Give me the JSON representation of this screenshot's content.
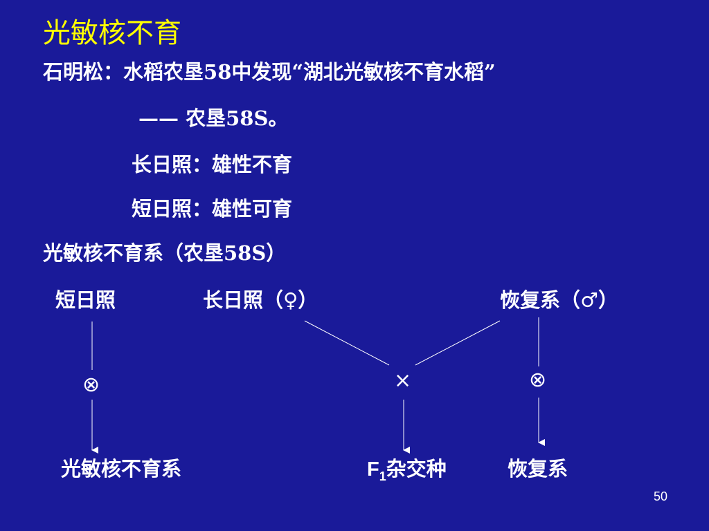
{
  "slide": {
    "title": "光敏核不育",
    "line1_pre": "石明松：水稻农垦",
    "line1_num": "58",
    "line1_post": "中发现“湖北光敏核不育水稻”",
    "line2_dash": "——",
    "line2_text": " 农垦58S。",
    "line3": "长日照：雄性不育",
    "line4": "短日照：雄性可育",
    "line5": "光敏核不育系（农垦58S）",
    "page_number": "50"
  },
  "diagram": {
    "short_day_label": "短日照",
    "long_day_label": "长日照（♀）",
    "restorer_label": "恢复系（♂）",
    "self_symbol": "⊗",
    "cross_symbol": "×",
    "self_symbol_right": "⊗",
    "result_left": "光敏核不育系",
    "result_middle_f": "F",
    "result_middle_sub": "1",
    "result_middle_text": "杂交种",
    "result_right": "恢复系"
  }
}
